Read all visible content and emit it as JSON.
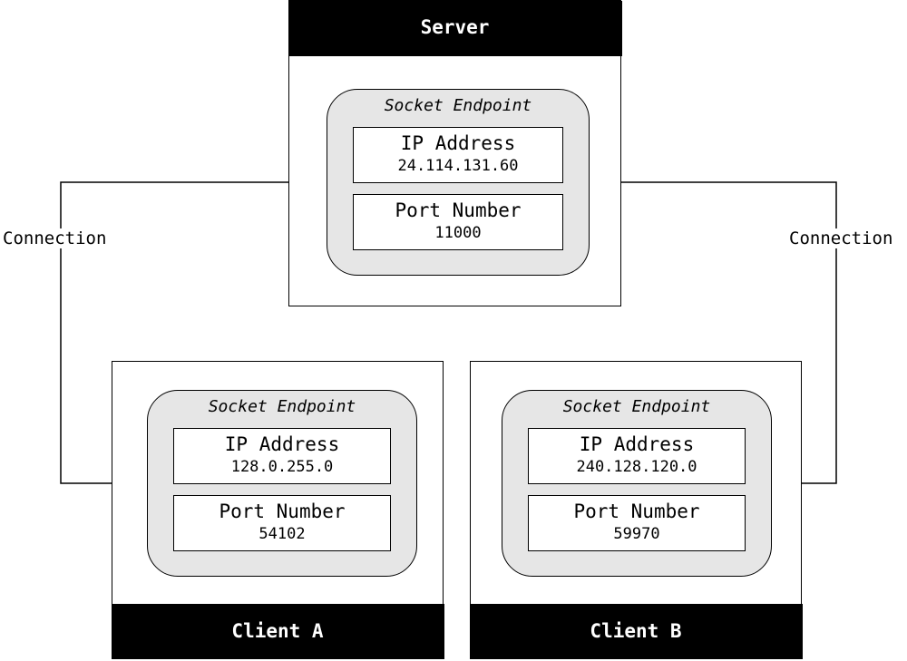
{
  "server": {
    "title": "Server",
    "endpoint": {
      "title": "Socket Endpoint",
      "ip_label": "IP Address",
      "ip_value": "24.114.131.60",
      "port_label": "Port Number",
      "port_value": "11000"
    }
  },
  "client_a": {
    "title": "Client A",
    "endpoint": {
      "title": "Socket Endpoint",
      "ip_label": "IP Address",
      "ip_value": "128.0.255.0",
      "port_label": "Port Number",
      "port_value": "54102"
    }
  },
  "client_b": {
    "title": "Client B",
    "endpoint": {
      "title": "Socket Endpoint",
      "ip_label": "IP Address",
      "ip_value": "240.128.120.0",
      "port_label": "Port Number",
      "port_value": "59970"
    }
  },
  "connections": {
    "left_label": "Connection",
    "right_label": "Connection"
  }
}
